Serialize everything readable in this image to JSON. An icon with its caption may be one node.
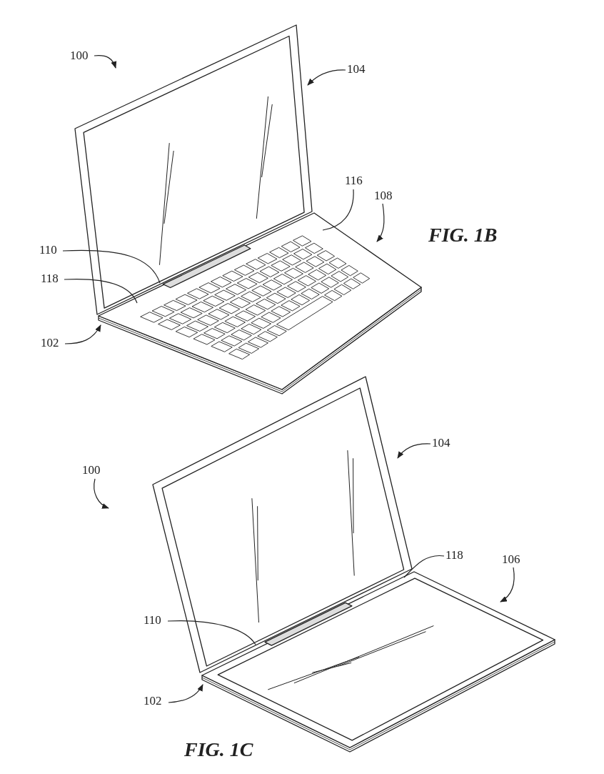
{
  "diagram": {
    "nodes": [
      {
        "text": [
          "100"
        ]
      },
      {
        "text": [
          "104"
        ]
      },
      {
        "text": [
          "116"
        ]
      },
      {
        "text": [
          "108"
        ]
      },
      {
        "text": [
          "110"
        ]
      },
      {
        "text": [
          "118"
        ]
      },
      {
        "text": [
          "102"
        ]
      },
      {
        "text": [
          "104"
        ]
      },
      {
        "text": [
          "100"
        ]
      },
      {
        "text": [
          "118"
        ]
      },
      {
        "text": [
          "106"
        ]
      },
      {
        "text": [
          "110"
        ]
      },
      {
        "text": [
          "102"
        ]
      }
    ],
    "edges": [
      {
        "from": 0,
        "to": null,
        "arrow": "to"
      },
      {
        "from": 1,
        "to": null,
        "arrow": "to"
      },
      {
        "from": 2,
        "to": null,
        "arrow": "none"
      },
      {
        "from": 3,
        "to": null,
        "arrow": "to"
      },
      {
        "from": 4,
        "to": null,
        "arrow": "none"
      },
      {
        "from": 5,
        "to": null,
        "arrow": "none"
      },
      {
        "from": 6,
        "to": null,
        "arrow": "to"
      },
      {
        "from": 7,
        "to": null,
        "arrow": "to"
      },
      {
        "from": 8,
        "to": null,
        "arrow": "to"
      },
      {
        "from": 9,
        "to": null,
        "arrow": "none"
      },
      {
        "from": 10,
        "to": null,
        "arrow": "to"
      },
      {
        "from": 11,
        "to": null,
        "arrow": "none"
      },
      {
        "from": 12,
        "to": null,
        "arrow": "to"
      }
    ],
    "labels": [
      "FIG. 1B",
      "FIG. 1C"
    ]
  }
}
